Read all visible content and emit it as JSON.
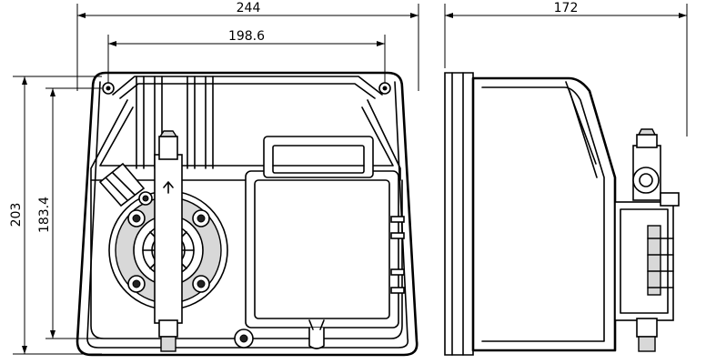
{
  "dimensions": {
    "front_width": "244",
    "front_hole_spacing": "198.6",
    "front_height": "203",
    "front_hole_height": "183.4",
    "side_depth": "172"
  }
}
